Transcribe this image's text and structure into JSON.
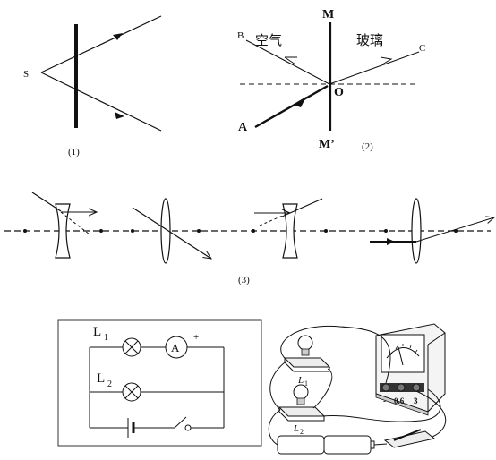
{
  "fig1": {
    "point_label": "S",
    "caption": "(1)"
  },
  "fig2": {
    "label_m_top": "M",
    "label_m_bottom": "M’",
    "label_b": "B",
    "label_c": "C",
    "label_o": "O",
    "label_a": "A",
    "medium_left": "空气",
    "medium_right": "玻璃",
    "caption": "(2)"
  },
  "fig3": {
    "caption": "(3)"
  },
  "circuit": {
    "l1_label": "L",
    "l1_sub": "1",
    "l2_label": "L",
    "l2_sub": "2",
    "ammeter_symbol": "A",
    "minus_sign": "-",
    "plus_sign": "+"
  },
  "physical": {
    "bulb1_label": "L",
    "bulb1_sub": "1",
    "bulb2_label": "L",
    "bulb2_sub": "2",
    "terminal_minus": "-",
    "terminal_06": "0.6",
    "terminal_3": "3"
  }
}
